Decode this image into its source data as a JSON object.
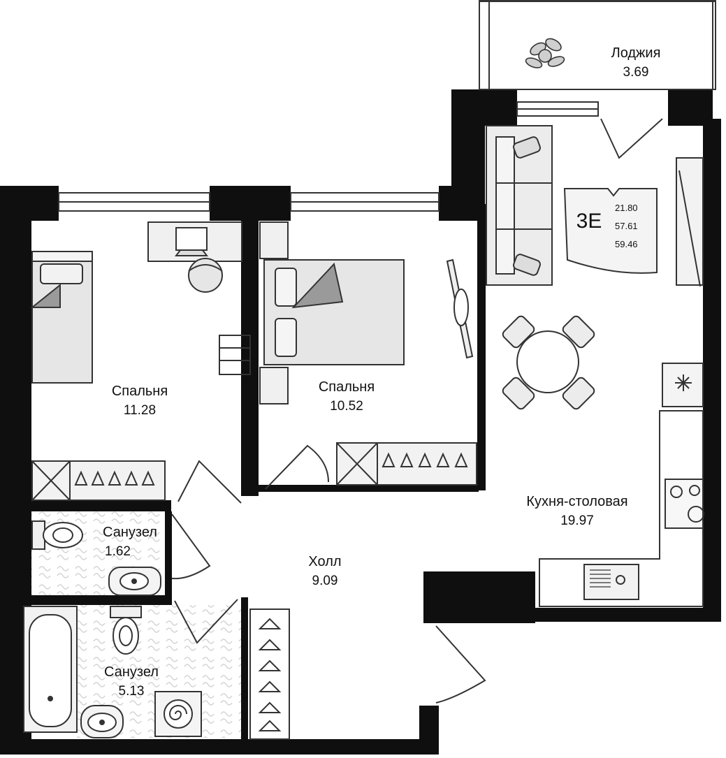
{
  "plan": {
    "unit_code": "3E",
    "areas": {
      "living": "21.80",
      "total": "57.61",
      "with_balcony": "59.46"
    },
    "rooms": [
      {
        "id": "loggia",
        "name": "Лоджия",
        "area": "3.69"
      },
      {
        "id": "bedroom-left",
        "name": "Спальня",
        "area": "11.28"
      },
      {
        "id": "bedroom-right",
        "name": "Спальня",
        "area": "10.52"
      },
      {
        "id": "kitchen",
        "name": "Кухня-столовая",
        "area": "19.97"
      },
      {
        "id": "hall",
        "name": "Холл",
        "area": "9.09"
      },
      {
        "id": "bath-small",
        "name": "Санузел",
        "area": "1.62"
      },
      {
        "id": "bath-large",
        "name": "Санузел",
        "area": "5.13"
      }
    ],
    "colors": {
      "wall": "#0f0f0f",
      "furniture_fill": "#e6e6e6",
      "furniture_stroke": "#333333",
      "tile_stroke": "#d0d0d0"
    }
  }
}
